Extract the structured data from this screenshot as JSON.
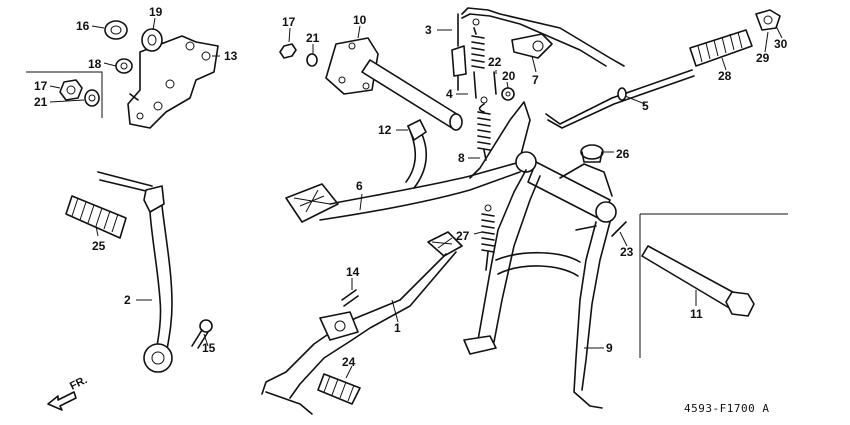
{
  "diagram": {
    "figure_code": "4593-F1700 A",
    "direction_label": "FR.",
    "callouts": [
      "1",
      "2",
      "3",
      "4",
      "5",
      "6",
      "7",
      "8",
      "9",
      "10",
      "11",
      "12",
      "13",
      "14",
      "15",
      "16",
      "17",
      "17",
      "18",
      "19",
      "20",
      "21",
      "21",
      "22",
      "23",
      "24",
      "25",
      "26",
      "27",
      "28",
      "29",
      "30"
    ]
  }
}
